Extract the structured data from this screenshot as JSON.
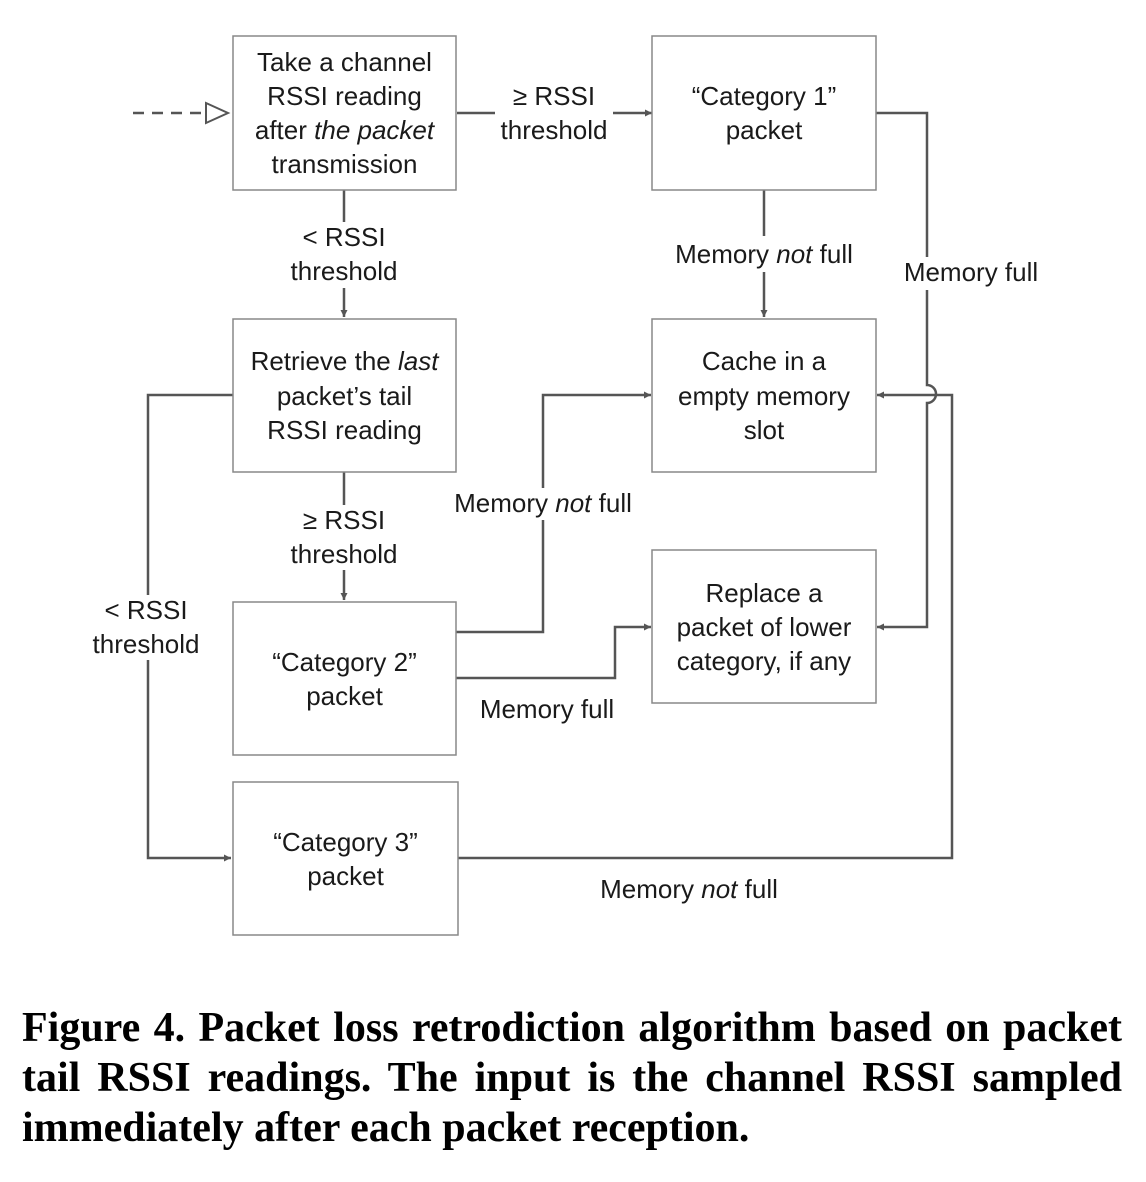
{
  "nodes": {
    "take_reading": {
      "lines": [
        [
          "Take a channel"
        ],
        [
          "RSSI reading"
        ],
        [
          "after",
          " the packet"
        ],
        [
          "transmission"
        ]
      ]
    },
    "category1": {
      "lines": [
        [
          "“Category 1”"
        ],
        [
          "packet"
        ]
      ]
    },
    "retrieve_tail": {
      "lines": [
        [
          "Retrieve the ",
          "last"
        ],
        [
          "packet’s tail"
        ],
        [
          "RSSI reading"
        ]
      ]
    },
    "cache_slot": {
      "lines": [
        [
          "Cache in a"
        ],
        [
          "empty memory"
        ],
        [
          "slot"
        ]
      ]
    },
    "category2": {
      "lines": [
        [
          "“Category 2”"
        ],
        [
          "packet"
        ]
      ]
    },
    "replace": {
      "lines": [
        [
          "Replace a"
        ],
        [
          "packet of lower"
        ],
        [
          "category, if any"
        ]
      ]
    },
    "category3": {
      "lines": [
        [
          "“Category 3”"
        ],
        [
          "packet"
        ]
      ]
    }
  },
  "edge_labels": {
    "ge_threshold_top": [
      [
        "≥ RSSI"
      ],
      [
        "threshold"
      ]
    ],
    "lt_threshold_top": [
      [
        "< RSSI"
      ],
      [
        "threshold"
      ]
    ],
    "mem_not_full_c1": [
      [
        "Memory ",
        "not",
        " full"
      ]
    ],
    "mem_full_c1": [
      [
        "Memory full"
      ]
    ],
    "ge_threshold_mid": [
      [
        "≥ RSSI"
      ],
      [
        "threshold"
      ]
    ],
    "mem_not_full_c2": [
      [
        "Memory ",
        "not",
        " full"
      ]
    ],
    "lt_threshold_left": [
      [
        "< RSSI"
      ],
      [
        "threshold"
      ]
    ],
    "mem_full_c2": [
      [
        "Memory full"
      ]
    ],
    "mem_not_full_c3": [
      [
        "Memory ",
        "not",
        " full"
      ]
    ]
  },
  "caption": "Figure 4.  Packet loss retrodiction algorithm based on packet tail RSSI readings. The input is the channel RSSI sampled immediately after each packet reception."
}
